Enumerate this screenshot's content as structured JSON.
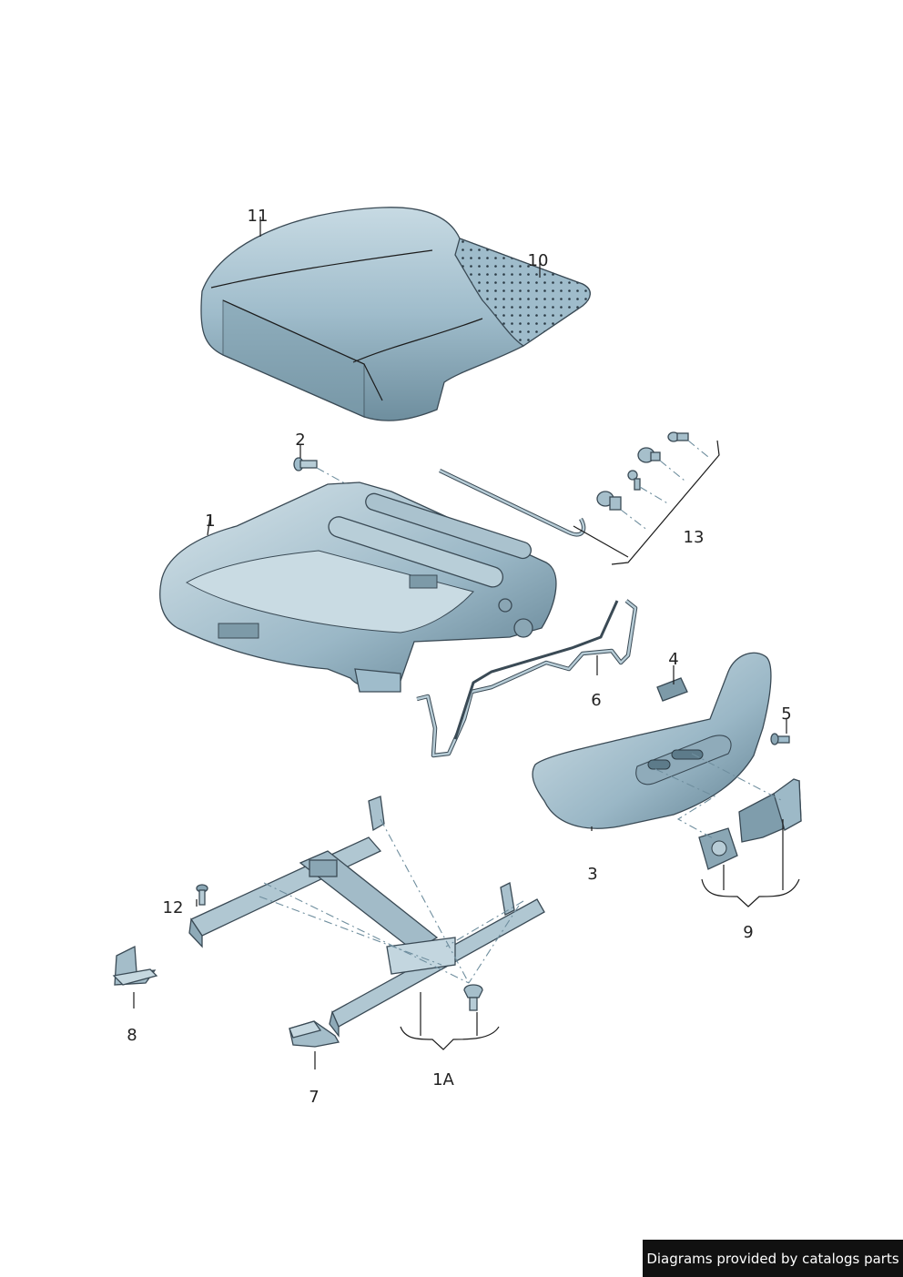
{
  "callouts": {
    "c1": "1",
    "c1a": "1A",
    "c2": "2",
    "c3": "3",
    "c4": "4",
    "c5": "5",
    "c6": "6",
    "c7": "7",
    "c8": "8",
    "c9": "9",
    "c10": "10",
    "c11": "11",
    "c12": "12",
    "c13": "13"
  },
  "credit": "Diagrams provided by catalogs parts",
  "colors": {
    "part_fill": "#a9c3cf",
    "part_dark": "#6f8f9f",
    "part_light": "#d3e2e9",
    "outline": "#3a4a55",
    "credit_bg": "#111111"
  }
}
